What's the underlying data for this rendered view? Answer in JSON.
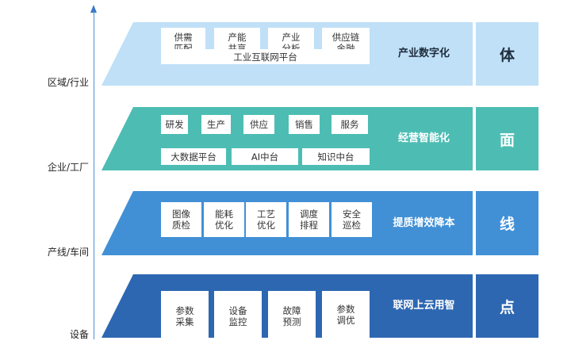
{
  "axis": {
    "labels": [
      "区域/行业",
      "企业/工厂",
      "产线/车间",
      "设备"
    ]
  },
  "layers": [
    {
      "key": "ti",
      "band_color": "#bfe0f7",
      "tag_color": "#bfe0f7",
      "title_color": "#1f2d3d",
      "tag_text_color": "#1f2d3d",
      "title": "产业数字化",
      "tag": "体",
      "cards": [
        [
          "供需",
          "匹配"
        ],
        [
          "产能",
          "共享"
        ],
        [
          "产业",
          "分析"
        ],
        [
          "供应链",
          "金融"
        ]
      ],
      "platforms": [
        "工业互联网平台"
      ]
    },
    {
      "key": "mian",
      "band_color": "#4dbdb4",
      "tag_color": "#4dbdb4",
      "title_color": "#ffffff",
      "tag_text_color": "#ffffff",
      "title": "经营智能化",
      "tag": "面",
      "cards": [
        [
          "研发"
        ],
        [
          "生产"
        ],
        [
          "供应"
        ],
        [
          "销售"
        ],
        [
          "服务"
        ]
      ],
      "platforms": [
        "大数据平台",
        "AI中台",
        "知识中台"
      ]
    },
    {
      "key": "xian",
      "band_color": "#4190d6",
      "tag_color": "#4190d6",
      "title_color": "#ffffff",
      "tag_text_color": "#ffffff",
      "title": "提质增效降本",
      "tag": "线",
      "cards": [
        [
          "图像",
          "质检"
        ],
        [
          "能耗",
          "优化"
        ],
        [
          "工艺",
          "优化"
        ],
        [
          "调度",
          "排程"
        ],
        [
          "安全",
          "巡检"
        ]
      ],
      "platforms": []
    },
    {
      "key": "dian",
      "band_color": "#2d67b2",
      "tag_color": "#2d67b2",
      "title_color": "#ffffff",
      "tag_text_color": "#ffffff",
      "title": "联网上云用智",
      "tag": "点",
      "cards": [
        [
          "参数",
          "采集"
        ],
        [
          "设备",
          "监控"
        ],
        [
          "故障",
          "预测"
        ],
        [
          "参数",
          "调优"
        ]
      ],
      "platforms": []
    }
  ]
}
